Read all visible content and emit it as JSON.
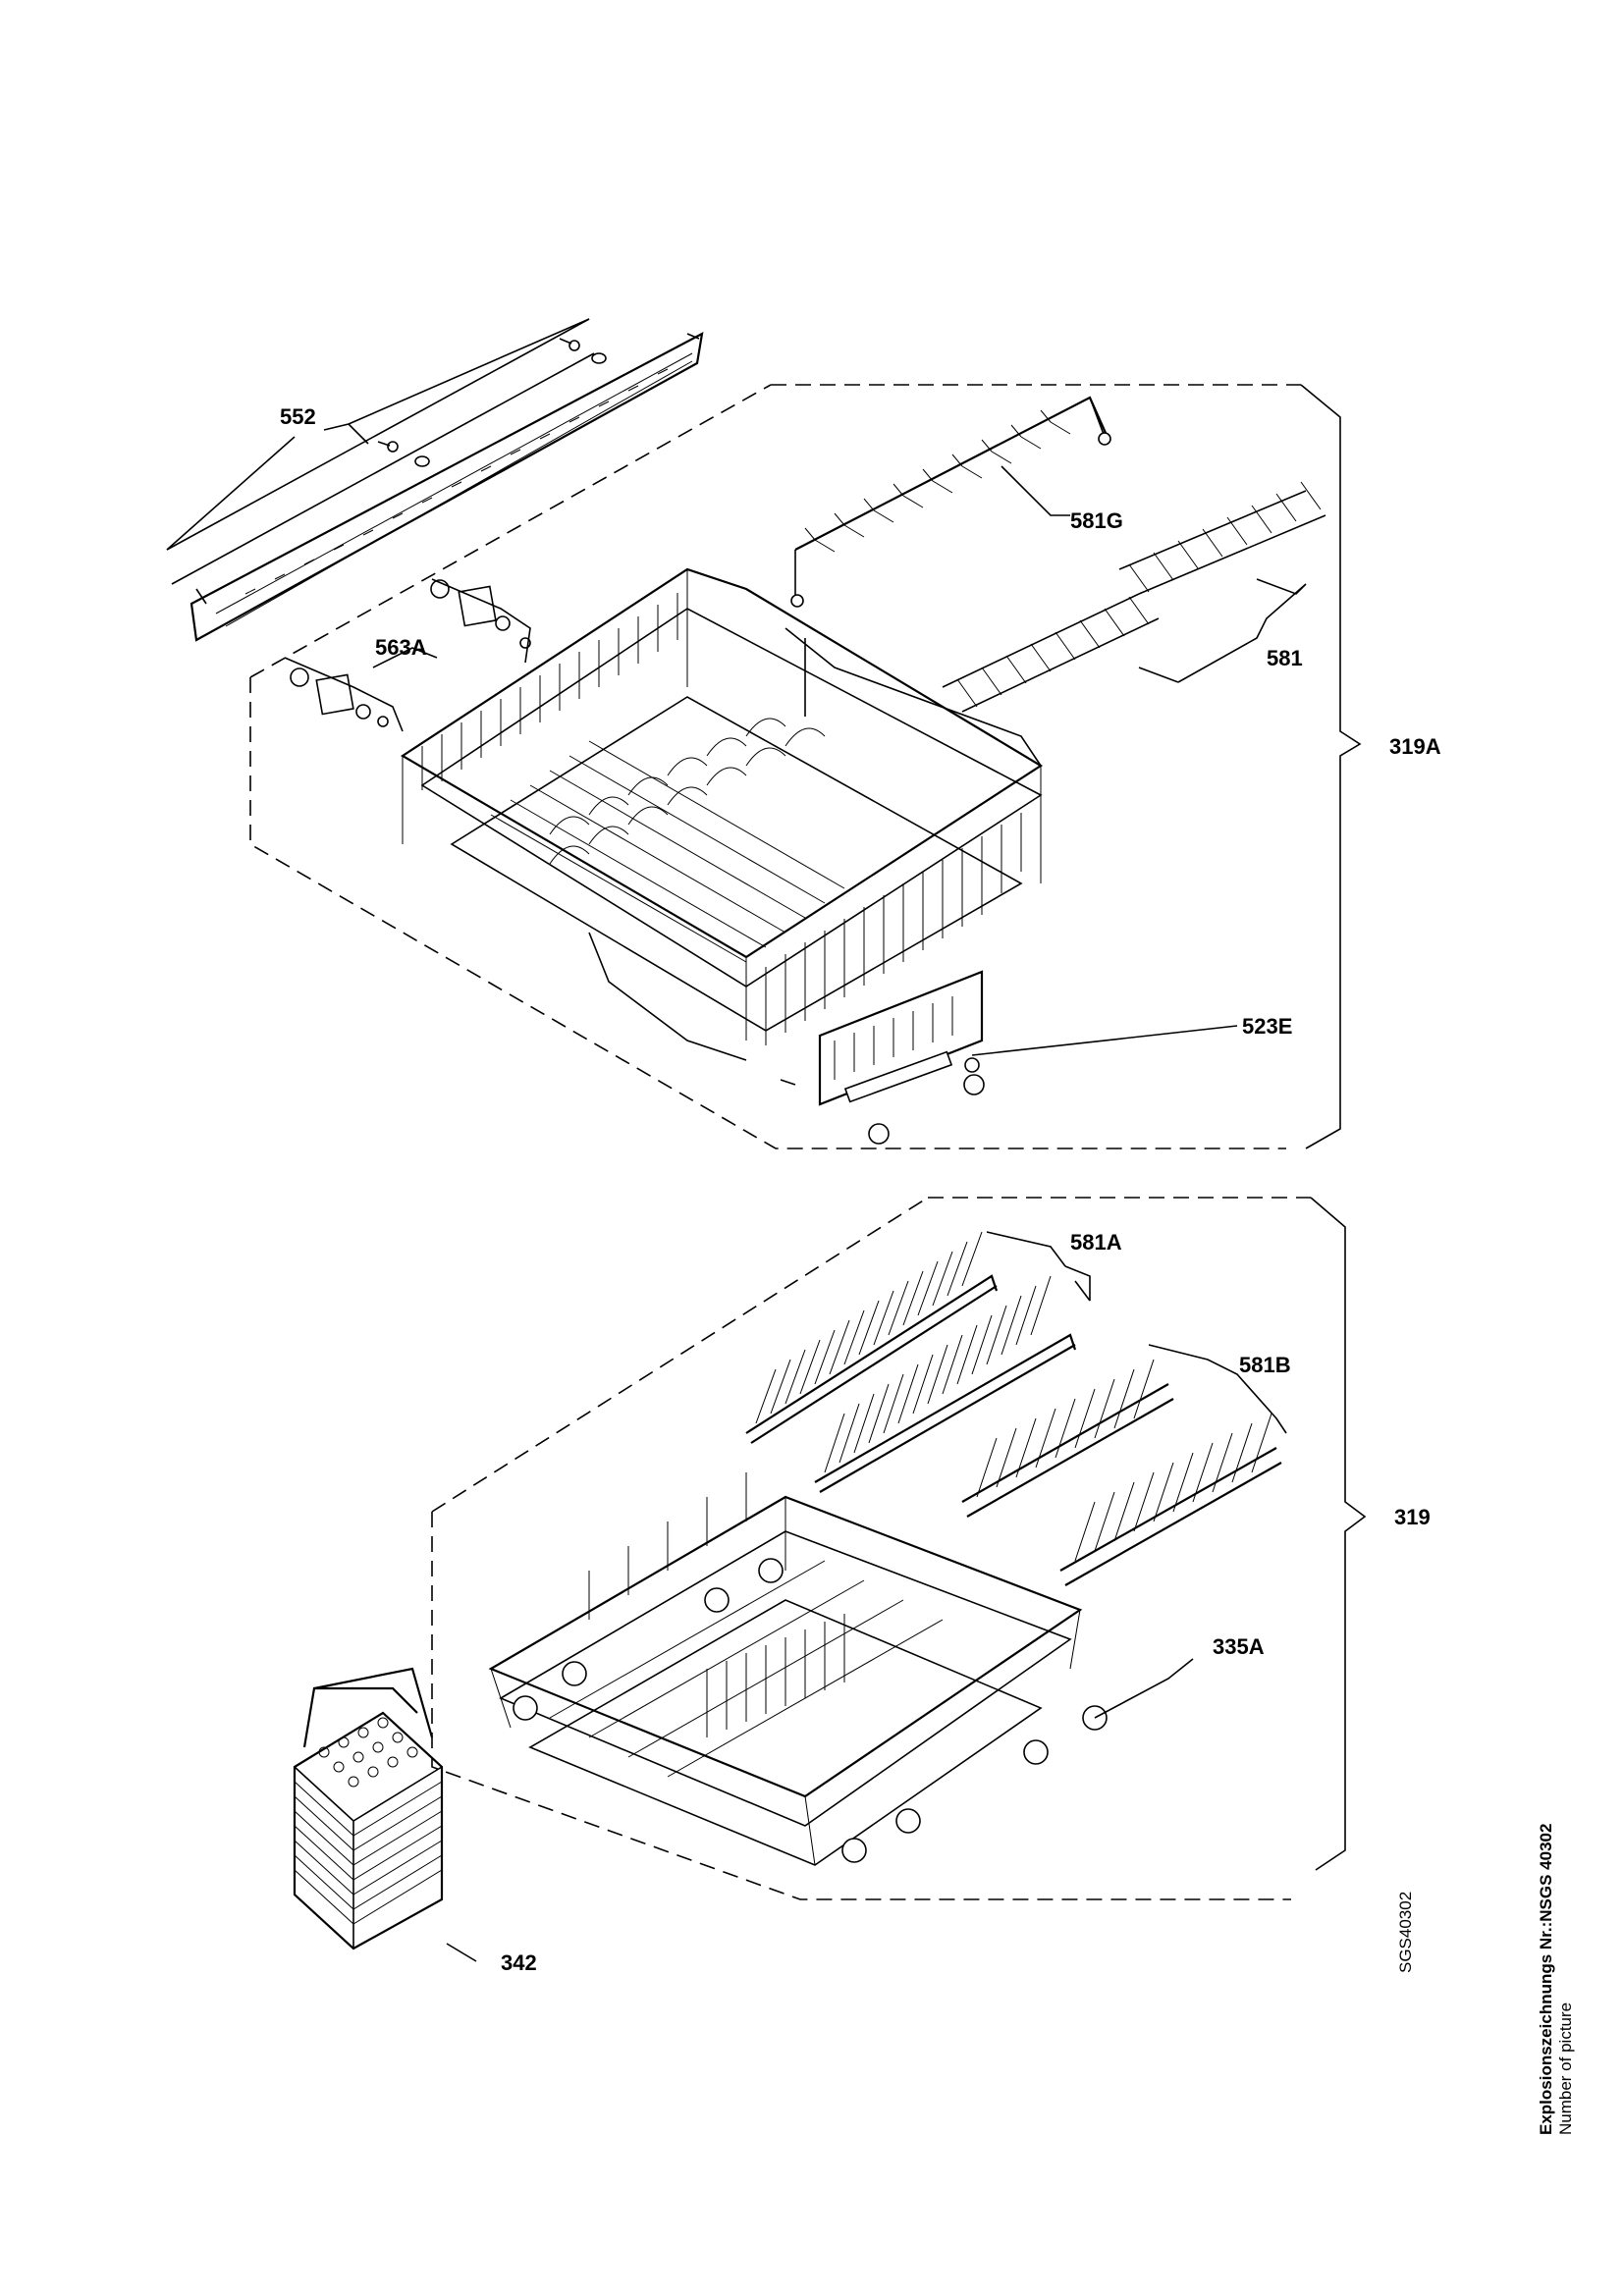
{
  "labels": {
    "p552": "552",
    "p581G": "581G",
    "p581": "581",
    "p563A": "563A",
    "p319A": "319A",
    "p523E": "523E",
    "p581A": "581A",
    "p581B": "581B",
    "p319": "319",
    "p335A": "335A",
    "p342": "342"
  },
  "side_text": {
    "drawing_code": "SGS40302",
    "title_line": "Explosionszeichnungs Nr.:NSGS 40302",
    "subtitle_line": "Number of picture"
  }
}
